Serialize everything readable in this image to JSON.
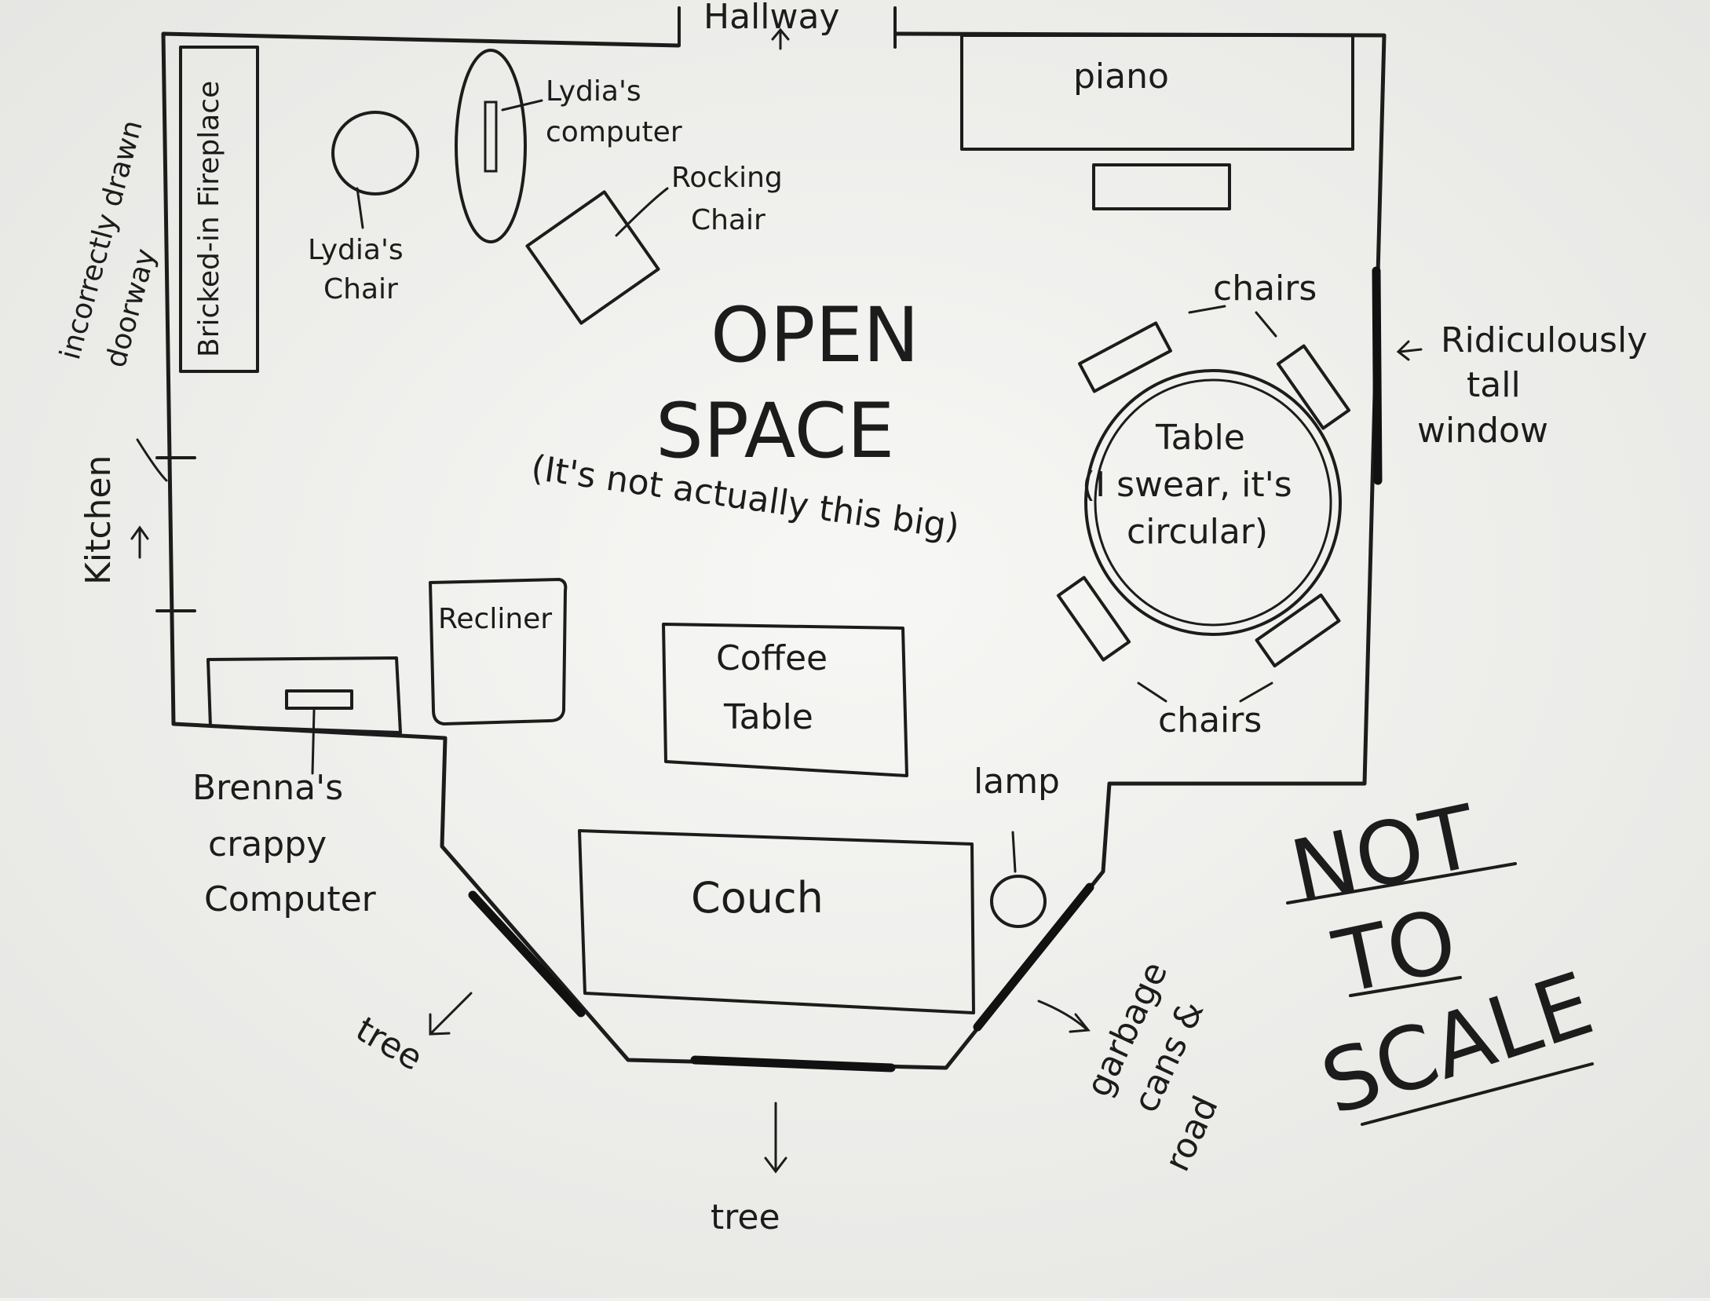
{
  "labels": {
    "hallway": "Hallway",
    "kitchen": "Kitchen",
    "incorrect_doorway_line1": "incorrectly drawn",
    "incorrect_doorway_line2": "doorway",
    "fireplace": "Bricked-in Fireplace",
    "lydias_chair_line1": "Lydia's",
    "lydias_chair_line2": "Chair",
    "lydias_computer_line1": "Lydia's",
    "lydias_computer_line2": "computer",
    "rocking_chair_line1": "Rocking",
    "rocking_chair_line2": "Chair",
    "piano": "piano",
    "open": "OPEN",
    "space": "SPACE",
    "open_space_note": "(It's not actually this big)",
    "chairs_top": "chairs",
    "chairs_bottom": "chairs",
    "tall_window_line1": "Ridiculously",
    "tall_window_line2": "tall",
    "tall_window_line3": "window",
    "table_line1": "Table",
    "table_line2": "(I swear, it's",
    "table_line3": "circular)",
    "recliner": "Recliner",
    "coffee_table_line1": "Coffee",
    "coffee_table_line2": "Table",
    "brennas_computer_line1": "Brenna's",
    "brennas_computer_line2": "crappy",
    "brennas_computer_line3": "Computer",
    "lamp": "lamp",
    "couch": "Couch",
    "tree_left": "tree",
    "tree_bottom": "tree",
    "garbage_line1": "garbage",
    "garbage_line2": "cans &",
    "garbage_line3": "road",
    "not": "NOT",
    "to": "TO",
    "scale": "SCALE"
  },
  "colors": {
    "ink": "#1c1c1c",
    "paper": "#f1f1ef"
  }
}
